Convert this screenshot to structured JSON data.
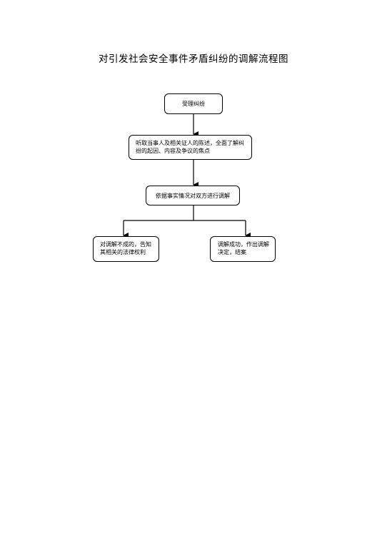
{
  "title": "对引发社会安全事件矛盾纠纷的调解流程图",
  "nodes": {
    "receive": "受理纠纷",
    "hear": "听取当事人及相关证人的陈述，全面了解纠纷的起因、内容及争议的焦点",
    "mediate": "依据事实情况对双方进行调解",
    "fail": "对调解不成的，告知其相关的法律权利",
    "success": "调解成功，作出调解决定，结案"
  }
}
